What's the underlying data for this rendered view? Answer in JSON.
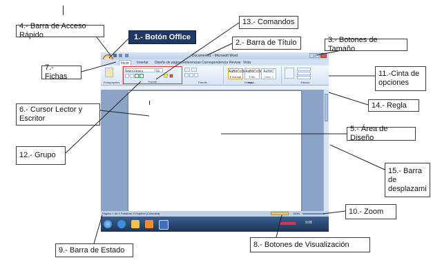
{
  "labels": {
    "barra_acceso_rapido": "4.- Barra de Acceso Rápido",
    "boton_office": "1.- Botón Office",
    "comandos": "13.- Comandos",
    "barra_titulo": "2.- Barra de Título",
    "botones_tamano": "3.- Botones de Tamaño",
    "fichas": "7.- Fichas",
    "cinta_opciones": "11.-Cinta de opciones",
    "cursor_lector": "6.- Cursor Lector  y Escritor",
    "regla": "14.- Regla",
    "area_diseno": "5.- Área de Diseño",
    "grupo": "12.- Grupo",
    "barra_desplazamiento": "15.- Barra de desplazami",
    "zoom": "10.- Zoom",
    "barra_estado": "9.- Barra de Estado",
    "botones_visualizacion": "8.- Botones de Visualización"
  },
  "word": {
    "title": "Documento1 - Microsoft Word",
    "tabs": [
      "Inicio",
      "Insertar",
      "Diseño de página",
      "Referencias",
      "Correspondencia",
      "Revisar",
      "Vista"
    ],
    "font_name": "Arial (Cuerpo)",
    "font_size": "11",
    "group_labels": [
      "Portapapeles",
      "Fuente",
      "Párrafo",
      "Estilos",
      "Edición"
    ],
    "styles": [
      "AaBbCcDc",
      "AaBbCcDc",
      "AaBbC"
    ],
    "style_names": [
      "¶ Normal",
      "¶ Sin espa...",
      "Título 1"
    ],
    "status_text": "Página: 1 de 1    Palabras: 0    Español (Colombia)",
    "zoom_text": "100%",
    "clock": "9:08"
  },
  "colors": {
    "office_button_bg": "#1f3864",
    "ribbon": "#d7e4f4",
    "taskbar": "#1d3556",
    "highlight_box": "#e03030"
  }
}
